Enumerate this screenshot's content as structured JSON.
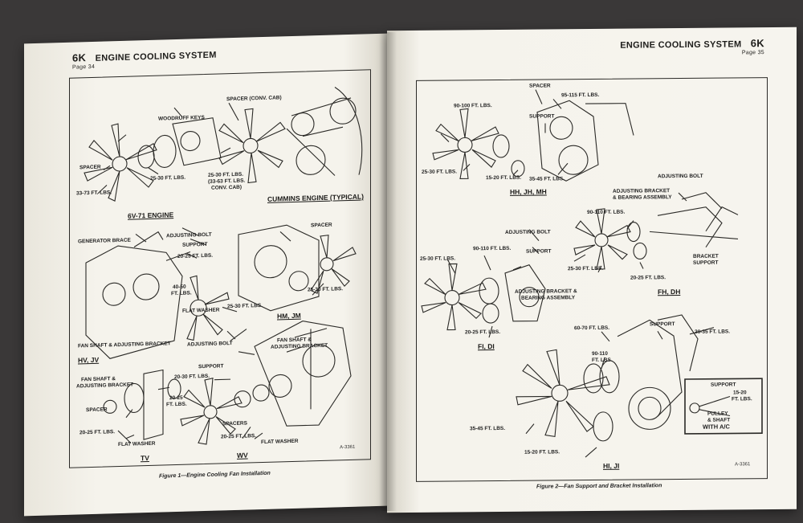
{
  "left_page": {
    "section": "6K",
    "title": "ENGINE COOLING SYSTEM",
    "page_label": "Page 34",
    "figure_caption": "Figure 1—Engine Cooling Fan Installation",
    "ref": "A-3361",
    "labels": {
      "woodruff": "WOODRUFF KEYS",
      "spacer_conv": "SPACER (CONV. CAB)",
      "spacer1": "SPACER",
      "t3373": "33-73 FT. LBS.",
      "t2530a": "25-30 FT. LBS.",
      "t2530b": "25-30 FT. LBS.",
      "t3363": "(33-63 FT. LBS.",
      "conv": "CONV. CAB)",
      "gen_brace": "GENERATOR BRACE",
      "adj_bolt1": "ADJUSTING BOLT",
      "support1": "SUPPORT",
      "t2025a": "20-25 FT. LBS.",
      "t4050": "40-50",
      "flbs": "FT. LBS.",
      "spacer2": "SPACER",
      "t2530c": "25-30 FT. LBS.",
      "t2530d": "25-30 FT. LBS.",
      "flat1": "FLAT WASHER",
      "fan_shaft1": "FAN SHAFT & ADJUSTING BRACKET",
      "adj_bolt2": "ADJUSTING BOLT",
      "fan_shaft2a": "FAN SHAFT &",
      "fan_shaft2b": "ADJUSTING BRACKET",
      "support2": "SUPPORT",
      "fan_shaft3a": "FAN SHAFT &",
      "fan_shaft3b": "ADJUSTING BRACKET",
      "t2030": "20-30 FT. LBS.",
      "t2025b": "20-25",
      "flbs2": "FT. LBS.",
      "spacer3": "SPACER",
      "spacers": "SPACERS",
      "t2025c": "20-25 FT. LBS.",
      "t2025d": "20-25 FT. LBS.",
      "flat2": "FLAT WASHER",
      "flat3": "FLAT WASHER"
    },
    "captions": {
      "v71": "6V-71 ENGINE",
      "cummins": "CUMMINS ENGINE (TYPICAL)",
      "hmjm": "HM, JM",
      "hvjv": "HV, JV",
      "tv": "TV",
      "wv": "WV"
    }
  },
  "right_page": {
    "section": "6K",
    "title": "ENGINE COOLING SYSTEM",
    "page_label": "Page 35",
    "figure_caption": "Figure 2—Fan Support and Bracket Installation",
    "ref": "A-3361",
    "labels": {
      "spacer": "SPACER",
      "t90100a": "90-100 FT. LBS.",
      "t95115": "95-115 FT. LBS.",
      "support1": "SUPPORT",
      "t2530a": "25-30 FT. LBS.",
      "t1520a": "15-20 FT. LBS.",
      "t3545a": "35-45 FT. LBS.",
      "adj_bolt1": "ADJUSTING BOLT",
      "adj_br1a": "ADJUSTING BRACKET",
      "adj_br1b": "& BEARING ASSEMBLY",
      "t90110a": "90-110 FT. LBS.",
      "adj_bolt2": "ADJUSTING BOLT",
      "support2": "SUPPORT",
      "t90110b": "90-110 FT. LBS.",
      "t2530b": "25-30 FT. LBS.",
      "t2530c": "25-30 FT. LBS.",
      "t2025a": "20-25 FT. LBS.",
      "bracket_sup1": "BRACKET",
      "bracket_sup2": "SUPPORT",
      "adj_br2a": "ADJUSTING BRACKET &",
      "adj_br2b": "BEARING ASSEMBLY",
      "t2025b": "20-25 FT. LBS.",
      "t6070": "60-70 FT. LBS.",
      "support3": "SUPPORT",
      "t2035": "20-35 FT. LBS.",
      "t90110c": "90-110",
      "flbs": "FT. LBS.",
      "t3545b": "35-45 FT. LBS.",
      "support4": "SUPPORT",
      "t1520b": "15-20",
      "flbs2": "FT. LBS.",
      "pulley": "PULLEY",
      "shaft": "& SHAFT",
      "with_ac": "WITH A/C",
      "t1520c": "15-20 FT. LBS."
    },
    "captions": {
      "hhjhmh": "HH, JH, MH",
      "fhdh": "FH, DH",
      "fidi": "FI, DI",
      "hiji": "HI, JI"
    }
  }
}
